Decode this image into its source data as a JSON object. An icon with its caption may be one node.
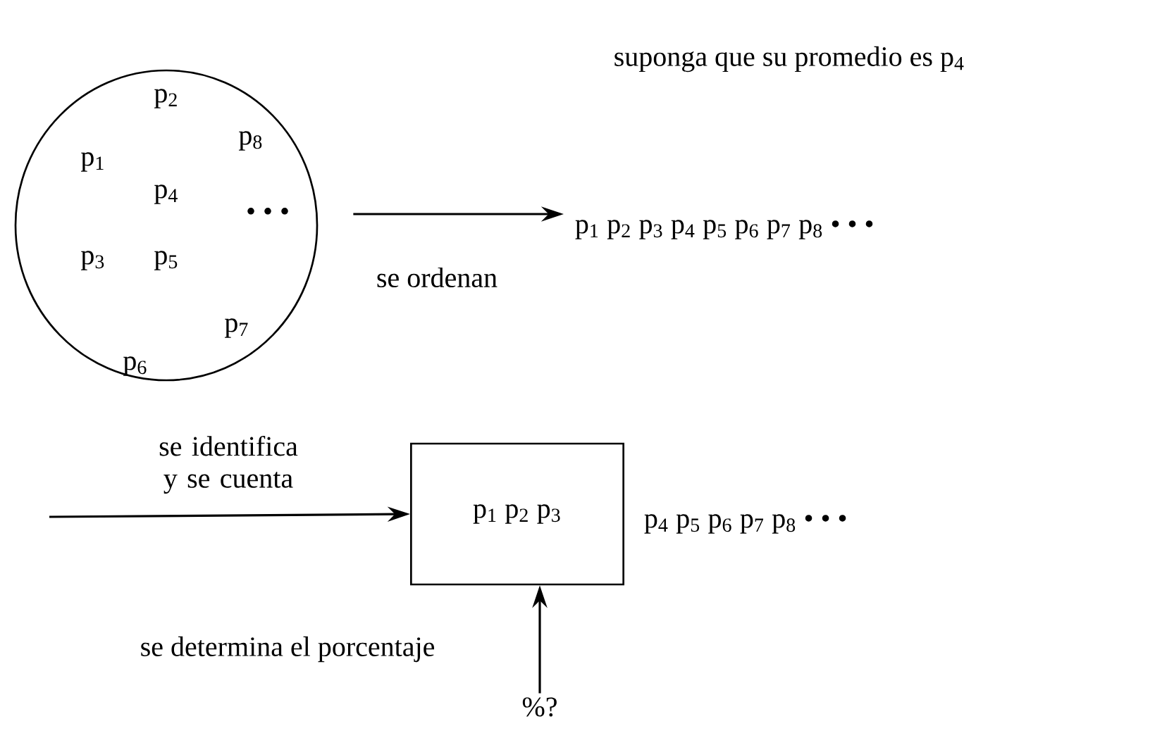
{
  "diagram": {
    "nodes": [
      {
        "text": [
          "p$_{2}$",
          "p$_{8}$",
          "p$_{1}$",
          "p$_{4}$",
          "• • •",
          "p$_{3}$",
          "p$_{5}$",
          "p$_{7}$",
          "p$_{6}$"
        ]
      },
      {
        "text": [
          "p$_{1}$  p$_{2}$ p$_{3}$  p$_{4}$  p$_{5}$  p$_{6}$  p$_{7}$  p$_{8}$ • • •"
        ]
      },
      {
        "text": [
          "p$_{1}$  p$_{2}$ p$_{3}$"
        ]
      },
      {
        "text": [
          "%?"
        ]
      }
    ],
    "edges": [
      {
        "from": 0,
        "to": 1,
        "arrow": "to",
        "label": "se ordenan"
      },
      {
        "from": null,
        "to": 2,
        "arrow": "to",
        "label": "se identifica y se cuenta"
      },
      {
        "from": 3,
        "to": 2,
        "arrow": "to",
        "label": "se determina el porcentaje"
      }
    ],
    "labels": [
      "suponga que su promedio es p$_{4}$",
      "p$_{4}$  p$_{5}$  p$_{6}$  p$_{7}$  p$_{8}$ • • •"
    ]
  }
}
